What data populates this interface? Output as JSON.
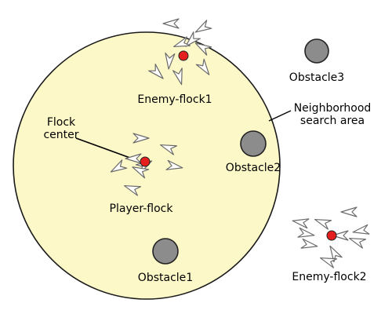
{
  "labels": {
    "enemy_flock1": "Enemy-flock1",
    "enemy_flock2": "Enemy-flock2",
    "player_flock": "Player-flock",
    "flock_center_line1": "Flock",
    "flock_center_line2": "center",
    "neighborhood_line1": "Neighborhood",
    "neighborhood_line2": "search area",
    "obstacle1": "Obstacle1",
    "obstacle2": "Obstacle2",
    "obstacle3": "Obstacle3"
  },
  "colors": {
    "search_area_fill": "#fdf8c8",
    "flock_center": "#e51e1e",
    "obstacle": "#8c8c8c",
    "agent_outline": "#6a6a6a"
  },
  "flocks": {
    "enemy_flock1_agent_count": 9,
    "player_flock_agent_count": 8,
    "enemy_flock2_agent_count": 10
  }
}
